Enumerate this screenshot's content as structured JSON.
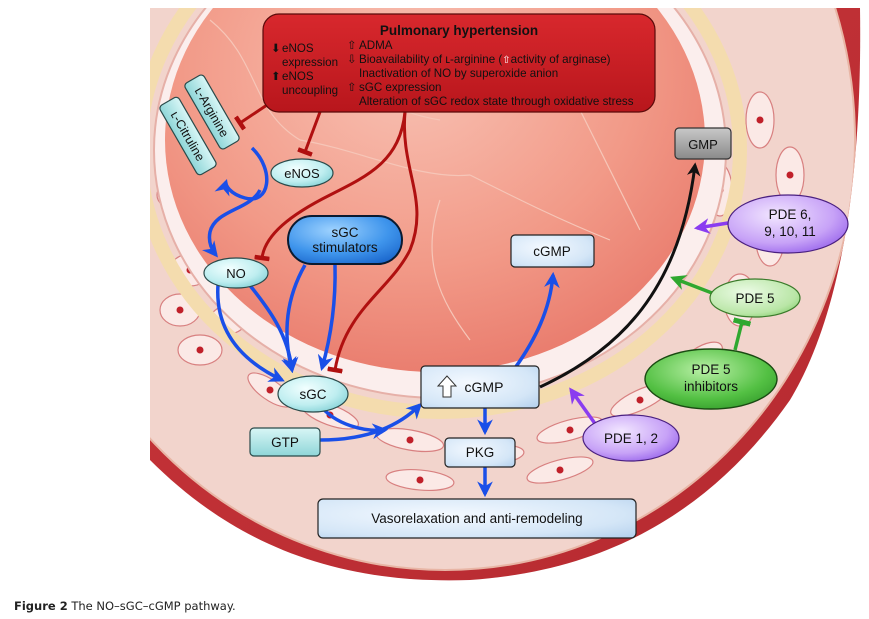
{
  "figure": {
    "caption_label": "Figure 2",
    "caption_text": "The NO–sGC–cGMP pathway."
  },
  "ph_box": {
    "title": "Pulmonary hypertension",
    "left_col": [
      {
        "arrow": "down",
        "text": "eNOS"
      },
      {
        "arrow": "none",
        "text": "expression"
      },
      {
        "arrow": "up",
        "text": "eNOS"
      },
      {
        "arrow": "none",
        "text": "uncoupling"
      }
    ],
    "right_col": [
      {
        "arrow": "up",
        "text": "ADMA"
      },
      {
        "arrow": "down",
        "text": "Bioavailability of ʟ-arginine ("
      },
      {
        "arrow": "none",
        "text": "Inactivation of NO by superoxide anion"
      },
      {
        "arrow": "up",
        "text": "sGC expression"
      },
      {
        "arrow": "none",
        "text": "Alteration of sGC redox state through oxidative stress"
      }
    ],
    "arginase_text": "activity of arginase)"
  },
  "nodes": {
    "l_arginine": "ʟ-Arginine",
    "l_citrulline": "ʟ-Citruline",
    "enos": "eNOS",
    "no": "NO",
    "sgc_stimulators_1": "sGC",
    "sgc_stimulators_2": "stimulators",
    "sgc": "sGC",
    "gtp": "GTP",
    "cgmp_up": "cGMP",
    "cgmp_top": "cGMP",
    "pkg": "PKG",
    "vasorelaxation": "Vasorelaxation and anti-remodeling",
    "gmp": "GMP",
    "pde_6_1": "PDE 6,",
    "pde_6_2": "9, 10, 11",
    "pde_5": "PDE 5",
    "pde_5_inh_1": "PDE 5",
    "pde_5_inh_2": "inhibitors",
    "pde_1_2": "PDE 1, 2"
  },
  "colors": {
    "ph_box": "#c41e24",
    "inhibit_red": "#b01010",
    "activate_blue": "#1a4fe8",
    "pde_purple": "#8a3cf0",
    "pde_green": "#2fa82f",
    "hydrolysis_black": "#111111",
    "cyan_node": "#bfeff0",
    "light_blue_box": "#d6e8f7",
    "gmp_gray": "#9a9a9a",
    "sgc_stim_blue": "#2d8ae8"
  }
}
